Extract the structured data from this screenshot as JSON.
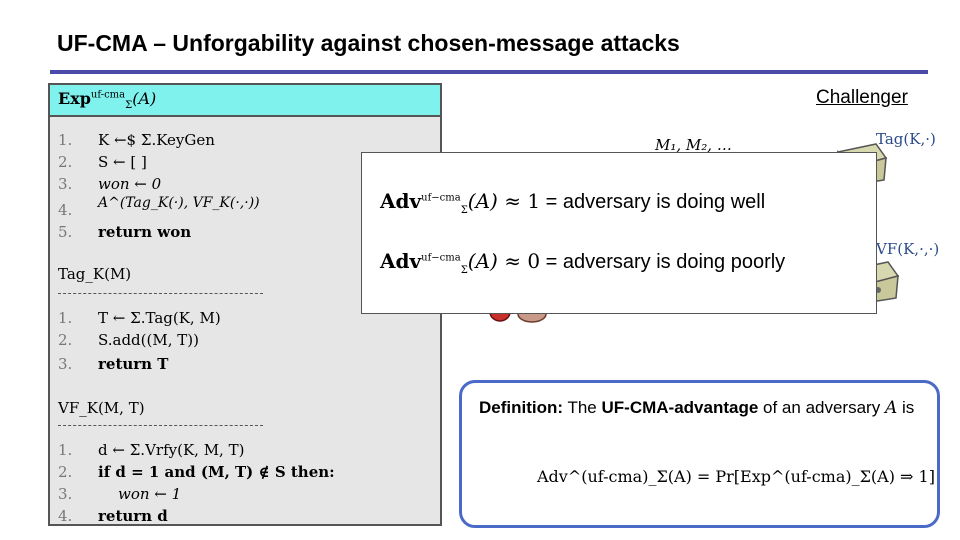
{
  "title": "UF-CMA – Unforgability against chosen-message attacks",
  "challenger_label": "Challenger",
  "experiment": {
    "header_bold": "Exp",
    "header_sup": "uf-cma",
    "header_sub": "Σ",
    "header_arg": "(A)",
    "main_lines": [
      {
        "n": "1.",
        "text": "K ←$ Σ.KeyGen"
      },
      {
        "n": "2.",
        "text": "S ← [ ]"
      },
      {
        "n": "3.",
        "text": "won ← 0"
      },
      {
        "n": "4.",
        "text": "A^(Tag_K(·), VF_K(·,·))"
      },
      {
        "n": "5.",
        "text": "return won"
      }
    ],
    "tag_header": "Tag_K(M)",
    "tag_lines": [
      {
        "n": "1.",
        "text": "T ← Σ.Tag(K, M)"
      },
      {
        "n": "2.",
        "text": "S.add((M, T))"
      },
      {
        "n": "3.",
        "text": "return T"
      }
    ],
    "vf_header": "VF_K(M, T)",
    "vf_lines": [
      {
        "n": "1.",
        "text": "d ← Σ.Vrfy(K, M, T)"
      },
      {
        "n": "2.",
        "text": "if d = 1 and (M, T) ∉ S  then:"
      },
      {
        "n": "3.",
        "text": "won ← 1"
      },
      {
        "n": "4.",
        "text": "return d"
      }
    ]
  },
  "overlay": {
    "line1": "= adversary is doing well",
    "line1_approx": "≈ 1",
    "line2": "= adversary is doing poorly",
    "line2_approx": "≈ 0",
    "adv": "Adv",
    "adv_sup": "uf−cma",
    "adv_sub": "Σ",
    "adv_arg": "(A)"
  },
  "messages_label": "M₁, M₂, …",
  "tag_oracle_label": "Tag(K,·)",
  "vf_oracle_label": "VF(K,·,·)",
  "definition": {
    "lead_bold": "Definition:",
    "text1": "The",
    "term_bold": "UF-CMA-advantage",
    "text2": "of an adversary",
    "var": "A",
    "text3": "is",
    "equation": "Adv^(uf-cma)_Σ(A) = Pr[Exp^(uf-cma)_Σ(A) ⇒ 1]"
  },
  "colors": {
    "title_rule": "#4a4aa8",
    "header_fill": "#7ff2ee",
    "definition_border": "#4a6ac8",
    "oracle_label": "#2a4a8a"
  }
}
